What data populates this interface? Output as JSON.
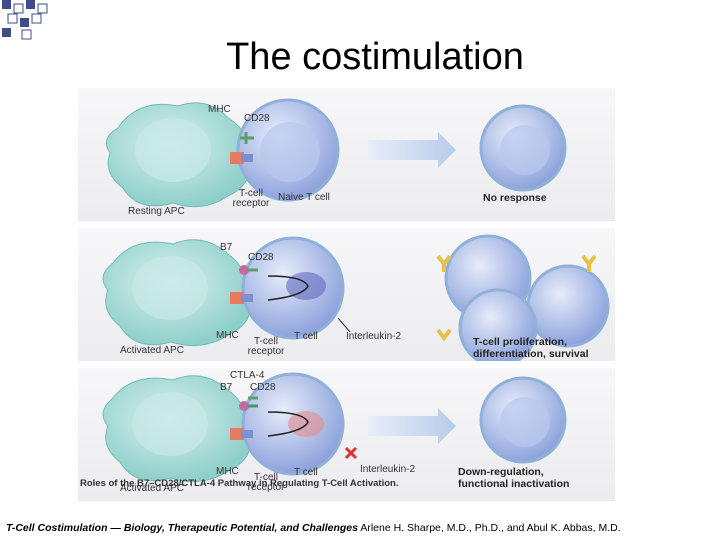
{
  "slide": {
    "title": "The costimulation"
  },
  "figure": {
    "caption": "Roles of the B7–CD28/CTLA-4 Pathway in Regulating T-Cell Activation.",
    "panels": [
      {
        "labels": {
          "mhc": "MHC",
          "cd28": "CD28",
          "tcr_line1": "T-cell",
          "tcr_line2": "receptor",
          "apc": "Resting APC",
          "tcell": "Naive T cell",
          "outcome_line1": "No response"
        }
      },
      {
        "labels": {
          "b7": "B7",
          "cd28": "CD28",
          "mhc": "MHC",
          "tcr_line1": "T-cell",
          "tcr_line2": "receptor",
          "apc": "Activated APC",
          "tcell": "T cell",
          "il2": "Interleukin-2",
          "outcome_line1": "T-cell proliferation,",
          "outcome_line2": "differentiation, survival"
        }
      },
      {
        "labels": {
          "ctla4": "CTLA-4",
          "b7": "B7",
          "cd28": "CD28",
          "mhc": "MHC",
          "tcr_line1": "T-cell",
          "tcr_line2": "receptor",
          "apc": "Activated APC",
          "tcell": "T cell",
          "il2": "Interleukin-2",
          "outcome_line1": "Down-regulation,",
          "outcome_line2": "functional inactivation"
        }
      }
    ]
  },
  "citation": {
    "title": "T-Cell Costimulation — Biology, Therapeutic Potential, and Challenges",
    "authors": "Arlene H. Sharpe, M.D., Ph.D., and Abul K. Abbas, M.D."
  },
  "colors": {
    "apc": "#9fd8d4",
    "tcell": "#a9b9e6",
    "arrow": "#c6d6ef",
    "deco_squares": "#3e4c8a"
  }
}
